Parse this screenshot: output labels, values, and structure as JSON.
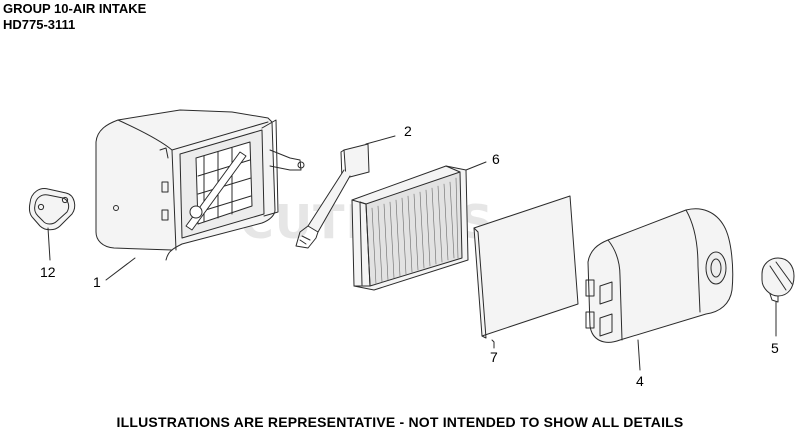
{
  "header": {
    "group_title": "GROUP 10-AIR INTAKE",
    "model": "HD775-3111"
  },
  "watermark": "CUTLER'S",
  "callouts": {
    "c1": "1",
    "c2": "2",
    "c4": "4",
    "c5": "5",
    "c6": "6",
    "c7": "7",
    "c12": "12"
  },
  "footer": "ILLUSTRATIONS ARE REPRESENTATIVE - NOT INTENDED TO SHOW ALL DETAILS"
}
